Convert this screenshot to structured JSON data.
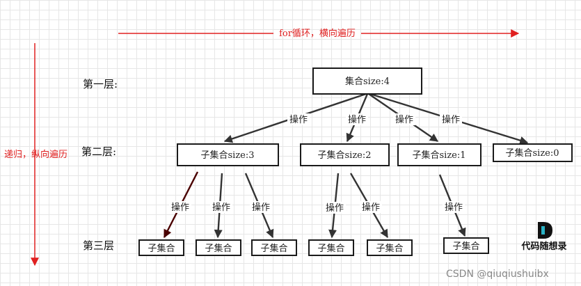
{
  "horizontal_label": "for循环，横向遍历",
  "vertical_label": "递归，纵向遍历",
  "levels": {
    "l1": "第一层:",
    "l2": "第二层:",
    "l3": "第三层"
  },
  "nodes": {
    "root": "集合size:4",
    "c1": "子集合size:3",
    "c2": "子集合size:2",
    "c3": "子集合size:1",
    "c4": "子集合size:0",
    "g1": "子集合",
    "g2": "子集合",
    "g3": "子集合",
    "g4": "子集合",
    "g5": "子集合",
    "g6": "子集合"
  },
  "edge_label": "操作",
  "watermark": "CSDN @qiuqiushuibx",
  "logo_text": "代码随想录",
  "colors": {
    "red": "#e02020",
    "grid": "#e6e6e6",
    "dark_edge": "#4a0000"
  }
}
